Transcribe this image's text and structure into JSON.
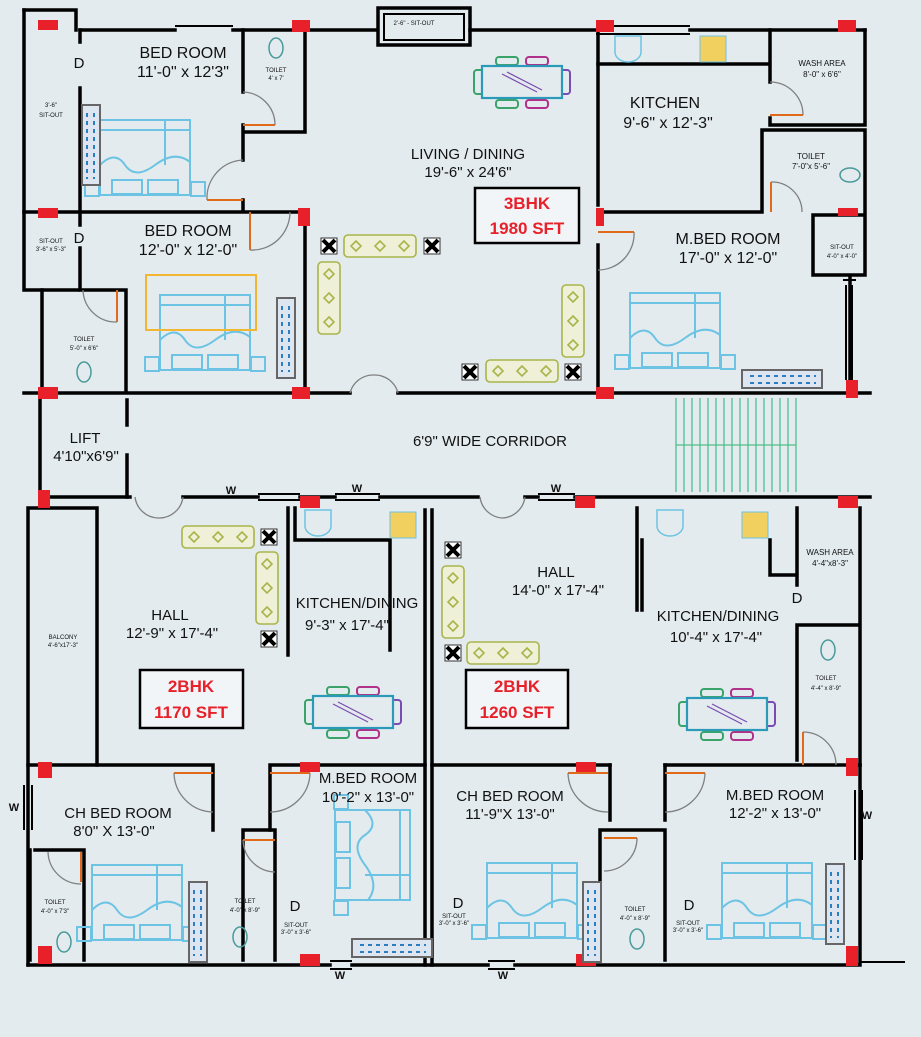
{
  "plan": {
    "colors": {
      "wall": "#000000",
      "column": "#e8202a",
      "door": "#e06a1a",
      "furniture": "#6cc3e3",
      "stairs": "#4fbf8a",
      "unit_label": "#e8202a"
    },
    "top_unit": {
      "label": "3BHK",
      "area": "1980  SFT",
      "rooms": {
        "bed1": {
          "name": "BED ROOM",
          "size": "11'-0\" x 12'3\""
        },
        "toilet1": {
          "name": "TOILET",
          "size": "4' x 7'"
        },
        "sitout1": {
          "name": "3'-6\"",
          "size": "SIT-OUT"
        },
        "bed2": {
          "name": "BED ROOM",
          "size": "12'-0\" x 12'-0\""
        },
        "sitout2": {
          "name": "SIT-OUT",
          "size": "3'-6\" x 5'-3\""
        },
        "toilet2": {
          "name": "TOILET",
          "size": "5'-0\" x 6'6\""
        },
        "front_sitout": {
          "name": "2'-6\" - SIT-OUT"
        },
        "living": {
          "name": "LIVING / DINING",
          "size": "19'-6\" x 24'6\""
        },
        "kitchen": {
          "name": "KITCHEN",
          "size": "9'-6\" x 12'-3\""
        },
        "wash": {
          "name": "WASH AREA",
          "size": "8'-0\" x 6'6\""
        },
        "toilet3": {
          "name": "TOILET",
          "size": "7'-0\"x 5'-6\""
        },
        "mbed": {
          "name": "M.BED ROOM",
          "size": "17'-0\" x 12'-0\""
        },
        "sitout3": {
          "name": "SIT-OUT",
          "size": "4'-0\" x 4'-0\""
        }
      }
    },
    "common": {
      "lift": {
        "name": "LIFT",
        "size": "4'10\"x6'9\""
      },
      "corridor": "6'9\" WIDE CORRIDOR"
    },
    "left_unit": {
      "label": "2BHK",
      "area": "1170  SFT",
      "rooms": {
        "balcony": {
          "name": "BALCONY",
          "size": "4'-6\"x17'-3\""
        },
        "hall": {
          "name": "HALL",
          "size": "12'-9\" x 17'-4\""
        },
        "kitchen": {
          "name": "KITCHEN/DINING",
          "size": "9'-3\" x 17'-4\""
        },
        "chbed": {
          "name": "CH BED ROOM",
          "size": "8'0\" X 13'-0\""
        },
        "toilet1": {
          "name": "TOILET",
          "size": "4'-0\" x 7'3\""
        },
        "toilet2": {
          "name": "TOILET",
          "size": "4'-0\" x 8'-9\""
        },
        "sitout": {
          "name": "SIT-OUT",
          "size": "3'-0\" x 3'-6\""
        },
        "mbed": {
          "name": "M.BED ROOM",
          "size": "10'-2\" x 13'-0\""
        }
      }
    },
    "right_unit": {
      "label": "2BHK",
      "area": "1260  SFT",
      "rooms": {
        "hall": {
          "name": "HALL",
          "size": "14'-0\" x 17'-4\""
        },
        "kitchen": {
          "name": "KITCHEN/DINING",
          "size": "10'-4\" x 17'-4\""
        },
        "wash": {
          "name": "WASH AREA",
          "size": "4'-4\"x8'-3\""
        },
        "toilet1": {
          "name": "TOILET",
          "size": "4'-4\" x 8'-9\""
        },
        "chbed": {
          "name": "CH BED ROOM",
          "size": "11'-9\"X 13'-0\""
        },
        "sitout1": {
          "name": "SIT-OUT",
          "size": "3'-0\" x 3'-6\""
        },
        "toilet2": {
          "name": "TOILET",
          "size": "4'-0\" x 8'-9\""
        },
        "sitout2": {
          "name": "SIT-OUT",
          "size": "3'-0\" x 3'-6\""
        },
        "mbed": {
          "name": "M.BED ROOM",
          "size": "12'-2\" x 13'-0\""
        }
      }
    },
    "marks": {
      "door": "D",
      "window": "W"
    }
  }
}
